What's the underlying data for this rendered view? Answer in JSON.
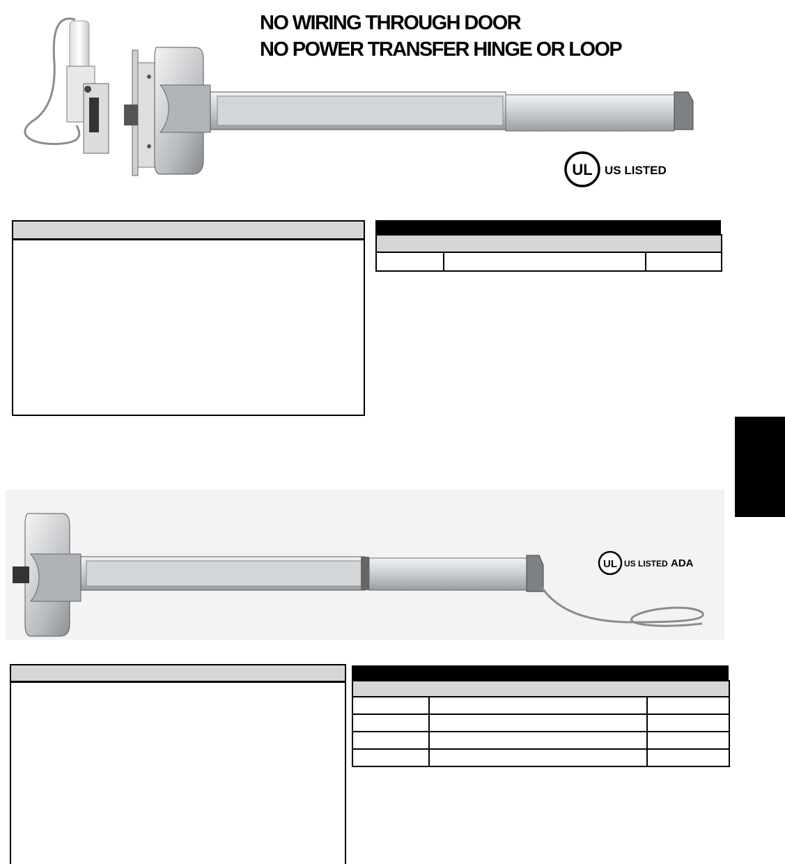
{
  "header": {
    "line1": "NO WIRING THROUGH DOOR",
    "line2": "NO POWER TRANSFER HINGE OR LOOP"
  },
  "certification_top": {
    "mark": "UL",
    "label": "US LISTED"
  },
  "certification_bottom": {
    "mark": "UL",
    "label": "US LISTED",
    "extra": "ADA"
  },
  "colors": {
    "panel_header": "#d6d6d6",
    "border": "#000000",
    "metal_light": "#e4e6e8",
    "metal_dark": "#8a8e92"
  },
  "icons": [
    "mortise-exit-device-with-wired-strike-image",
    "rim-exit-device-with-cable-image",
    "ul-listed-logo"
  ]
}
